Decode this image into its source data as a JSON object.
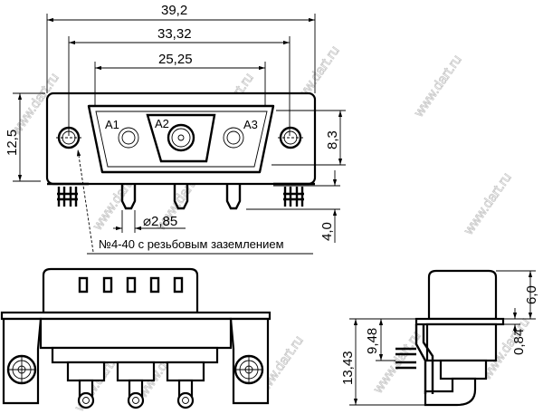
{
  "drawing": {
    "dimensions": {
      "overall_width": "39,2",
      "mounting_hole_pitch": "33,32",
      "shell_width": "25,25",
      "height": "12,5",
      "shell_height": "8,3",
      "pin_length": "4,0",
      "pin_diameter": "⌀2,85",
      "top_height": "6,0",
      "flange_thickness": "0,84",
      "total_depth": "13,43",
      "pin_offset": "9,48"
    },
    "contacts": [
      "A1",
      "A2",
      "A3"
    ],
    "note": "№4-40 с резьбовым заземлением",
    "watermark": "www.dart.ru"
  }
}
